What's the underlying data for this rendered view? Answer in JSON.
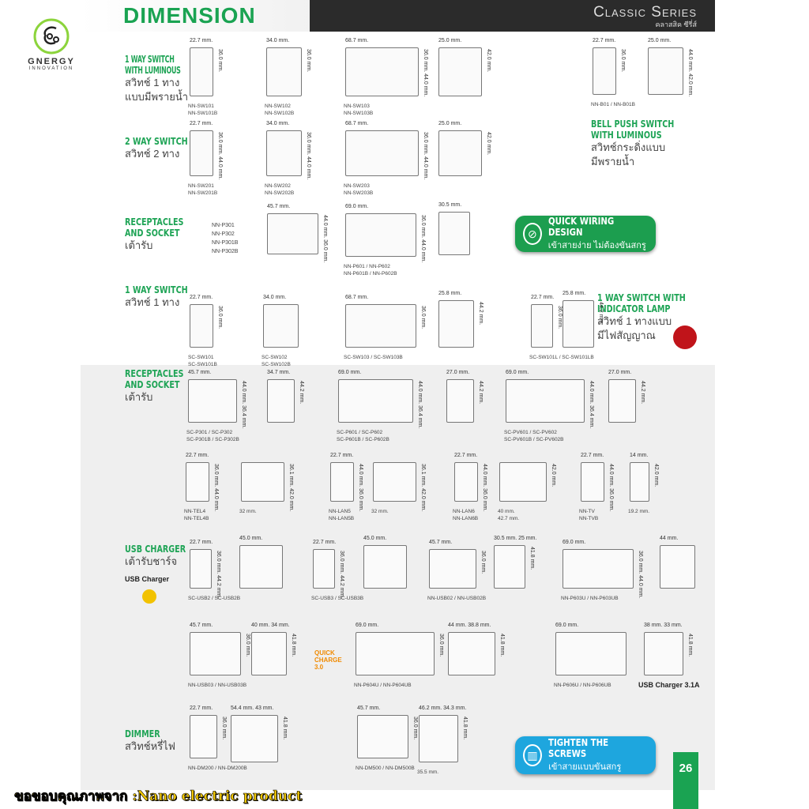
{
  "logo": {
    "name": "GNERGY",
    "sub": "INNOVATION"
  },
  "header": {
    "title": "DIMENSION",
    "series": "Classic Series",
    "series_th": "คลาสสิค ซีรี่ส์"
  },
  "sections": [
    {
      "en": "1 WAY SWITCH\nWITH LUMINOUS",
      "th": "สวิทช์ 1 ทาง\nแบบมีพรายน้ำ"
    },
    {
      "en": "2 WAY SWITCH",
      "th": "สวิทช์ 2 ทาง"
    },
    {
      "en": "RECEPTACLES\nAND SOCKET",
      "th": "เต้ารับ"
    },
    {
      "en": "1 WAY SWITCH",
      "th": "สวิทช์ 1 ทาง"
    },
    {
      "en": "BELL PUSH SWITCH\nWITH LUMINOUS",
      "th": "สวิทช์กระดิ่งแบบ\nมีพรายน้ำ"
    },
    {
      "en": "1 WAY SWITCH WITH\nINDICATOR LAMP",
      "th": "สวิทช์ 1 ทางแบบ\nมีไฟสัญญาณ"
    },
    {
      "en": "RECEPTACLES\nAND SOCKET",
      "th": "เต้ารับ"
    },
    {
      "en": "USB CHARGER",
      "th": "เต้ารับชาร์จ"
    },
    {
      "en": "DIMMER",
      "th": "สวิทช์หรี่ไฟ"
    }
  ],
  "receptacle_models": [
    "NN-P301",
    "NN-P302",
    "NN-P301B",
    "NN-P302B"
  ],
  "badges": {
    "quick_wiring": {
      "title": "QUICK WIRING DESIGN",
      "sub": "เข้าสายง่าย ไม่ต้องขันสกรู"
    },
    "tighten": {
      "title": "TIGHTEN THE SCREWS",
      "sub": "เข้าสายแบบขันสกรู"
    }
  },
  "tags": {
    "usb_charger": "USB Charger",
    "usb_31": "USB Charger 3.1A",
    "quick_charge": "QUICK CHARGE 3.0"
  },
  "products": [
    {
      "model": "NN-SW101\nNN-SW101B",
      "w": "22.7 mm.",
      "h": "36.0 mm."
    },
    {
      "model": "NN-SW102\nNN-SW102B",
      "w": "34.0 mm.",
      "h": "36.0 mm."
    },
    {
      "model": "NN-SW103\nNN-SW103B",
      "w": "68.7 mm.",
      "h": "36.0 mm.  44.0 mm."
    },
    {
      "model": "",
      "w": "25.0 mm.",
      "h": "42.0 mm."
    },
    {
      "model": "NN-B01 / NN-B01B",
      "w": "22.7 mm.",
      "h": "36.0 mm."
    },
    {
      "model": "",
      "w": "25.0 mm.",
      "h": "44.0 mm.  42.0 mm."
    },
    {
      "model": "NN-SW201\nNN-SW201B",
      "w": "22.7 mm.",
      "h": "36.0 mm.  44.0 mm."
    },
    {
      "model": "NN-SW202\nNN-SW202B",
      "w": "34.0 mm.",
      "h": "36.0 mm.  44.0 mm."
    },
    {
      "model": "NN-SW203\nNN-SW203B",
      "w": "68.7 mm.",
      "h": "36.0 mm.  44.0 mm."
    },
    {
      "model": "",
      "w": "25.0 mm.",
      "h": "42.0 mm."
    },
    {
      "model": "",
      "w": "45.7 mm.",
      "h": "44.0 mm.  36.0 mm."
    },
    {
      "model": "NN-P601 / NN-P602\nNN-P601B / NN-P602B",
      "w": "69.0 mm.",
      "h": "36.0 mm.  44.0 mm."
    },
    {
      "model": "",
      "w": "30.5 mm.",
      "h": ""
    },
    {
      "model": "SC-SW101\nSC-SW101B",
      "w": "22.7 mm.",
      "h": "36.0 mm."
    },
    {
      "model": "SC-SW102\nSC-SW102B",
      "w": "34.0 mm.",
      "h": ""
    },
    {
      "model": "SC-SW103 / SC-SW103B",
      "w": "68.7 mm.",
      "h": "36.0 mm."
    },
    {
      "model": "",
      "w": "25.8 mm.",
      "h": "44.2 mm."
    },
    {
      "model": "SC-SW101L / SC-SW101LB",
      "w": "22.7 mm.",
      "h": "36.0 mm."
    },
    {
      "model": "",
      "w": "25.8 mm.",
      "h": "44.2 mm."
    },
    {
      "model": "SC-P301 / SC-P302\nSC-P301B / SC-P302B",
      "w": "45.7 mm.",
      "h": "44.0 mm.  36.4 mm."
    },
    {
      "model": "",
      "w": "34.7 mm.",
      "h": "44.2 mm."
    },
    {
      "model": "SC-P601 / SC-P602\nSC-P601B / SC-P602B",
      "w": "69.0 mm.",
      "h": "44.0 mm.  36.4 mm."
    },
    {
      "model": "",
      "w": "27.0 mm.",
      "h": "44.2 mm."
    },
    {
      "model": "SC-PV601 / SC-PV602\nSC-PV601B / SC-PV602B",
      "w": "69.0 mm.",
      "h": "44.0 mm.  36.4 mm."
    },
    {
      "model": "",
      "w": "27.0 mm.",
      "h": "44.2 mm."
    },
    {
      "model": "NN-TEL4\nNN-TEL4B",
      "w": "22.7 mm.",
      "h": "36.0 mm.  44.0 mm."
    },
    {
      "model": "32 mm.",
      "w": "",
      "h": "36.1 mm.  42.0 mm."
    },
    {
      "model": "NN-LAN5\nNN-LAN5B",
      "w": "22.7 mm.",
      "h": "44.0 mm.  36.0 mm."
    },
    {
      "model": "32 mm.",
      "w": "",
      "h": "36.1 mm.  42.0 mm."
    },
    {
      "model": "NN-LAN6\nNN-LAN6B",
      "w": "22.7 mm.",
      "h": "44.0 mm.  36.0 mm."
    },
    {
      "model": "40 mm.\n42.7 mm.",
      "w": "",
      "h": "42.0 mm."
    },
    {
      "model": "NN-TV\nNN-TVB",
      "w": "22.7 mm.",
      "h": "44.0 mm.  36.0 mm."
    },
    {
      "model": "19.2 mm.",
      "w": "14 mm.",
      "h": "42.0 mm."
    },
    {
      "model": "SC-USB2 / SC-USB2B",
      "w": "22.7 mm.",
      "h": "36.0 mm.  44.2 mm."
    },
    {
      "model": "",
      "w": "45.0 mm.",
      "h": ""
    },
    {
      "model": "SC-USB3 / SC-USB3B",
      "w": "22.7 mm.",
      "h": "36.0 mm.  44.2 mm."
    },
    {
      "model": "",
      "w": "45.0 mm.",
      "h": ""
    },
    {
      "model": "NN-USB02 / NN-USB02B",
      "w": "45.7 mm.",
      "h": "36.0 mm."
    },
    {
      "model": "",
      "w": "30.5 mm.  25 mm.",
      "h": "41.8 mm."
    },
    {
      "model": "NN-P603U / NN-P603UB",
      "w": "69.0 mm.",
      "h": "36.0 mm.  44.0 mm."
    },
    {
      "model": "",
      "w": "44 mm.",
      "h": ""
    },
    {
      "model": "NN-USB03 / NN-USB03B",
      "w": "45.7 mm.",
      "h": "36.0 mm."
    },
    {
      "model": "",
      "w": "40 mm.  34 mm.",
      "h": "41.8 mm."
    },
    {
      "model": "NN-P604U / NN-P604UB",
      "w": "69.0 mm.",
      "h": "36.0 mm."
    },
    {
      "model": "",
      "w": "44 mm.  38.8 mm.",
      "h": "41.8 mm."
    },
    {
      "model": "NN-P606U / NN-P606UB",
      "w": "69.0 mm.",
      "h": ""
    },
    {
      "model": "",
      "w": "38 mm.  33 mm.",
      "h": "41.8 mm."
    },
    {
      "model": "NN-DM200 / NN-DM200B",
      "w": "22.7 mm.",
      "h": "36.0 mm."
    },
    {
      "model": "",
      "w": "54.4 mm.  43 mm.",
      "h": "41.8 mm."
    },
    {
      "model": "NN-DM500 / NN-DM500B",
      "w": "45.7 mm.",
      "h": "36.0 mm."
    },
    {
      "model": "35.5 mm.",
      "w": "46.2 mm.  34.3 mm.",
      "h": "41.8 mm."
    }
  ],
  "page_number": "26",
  "credit": "ขอขอบคุณภาพจาก :Nano electric product"
}
